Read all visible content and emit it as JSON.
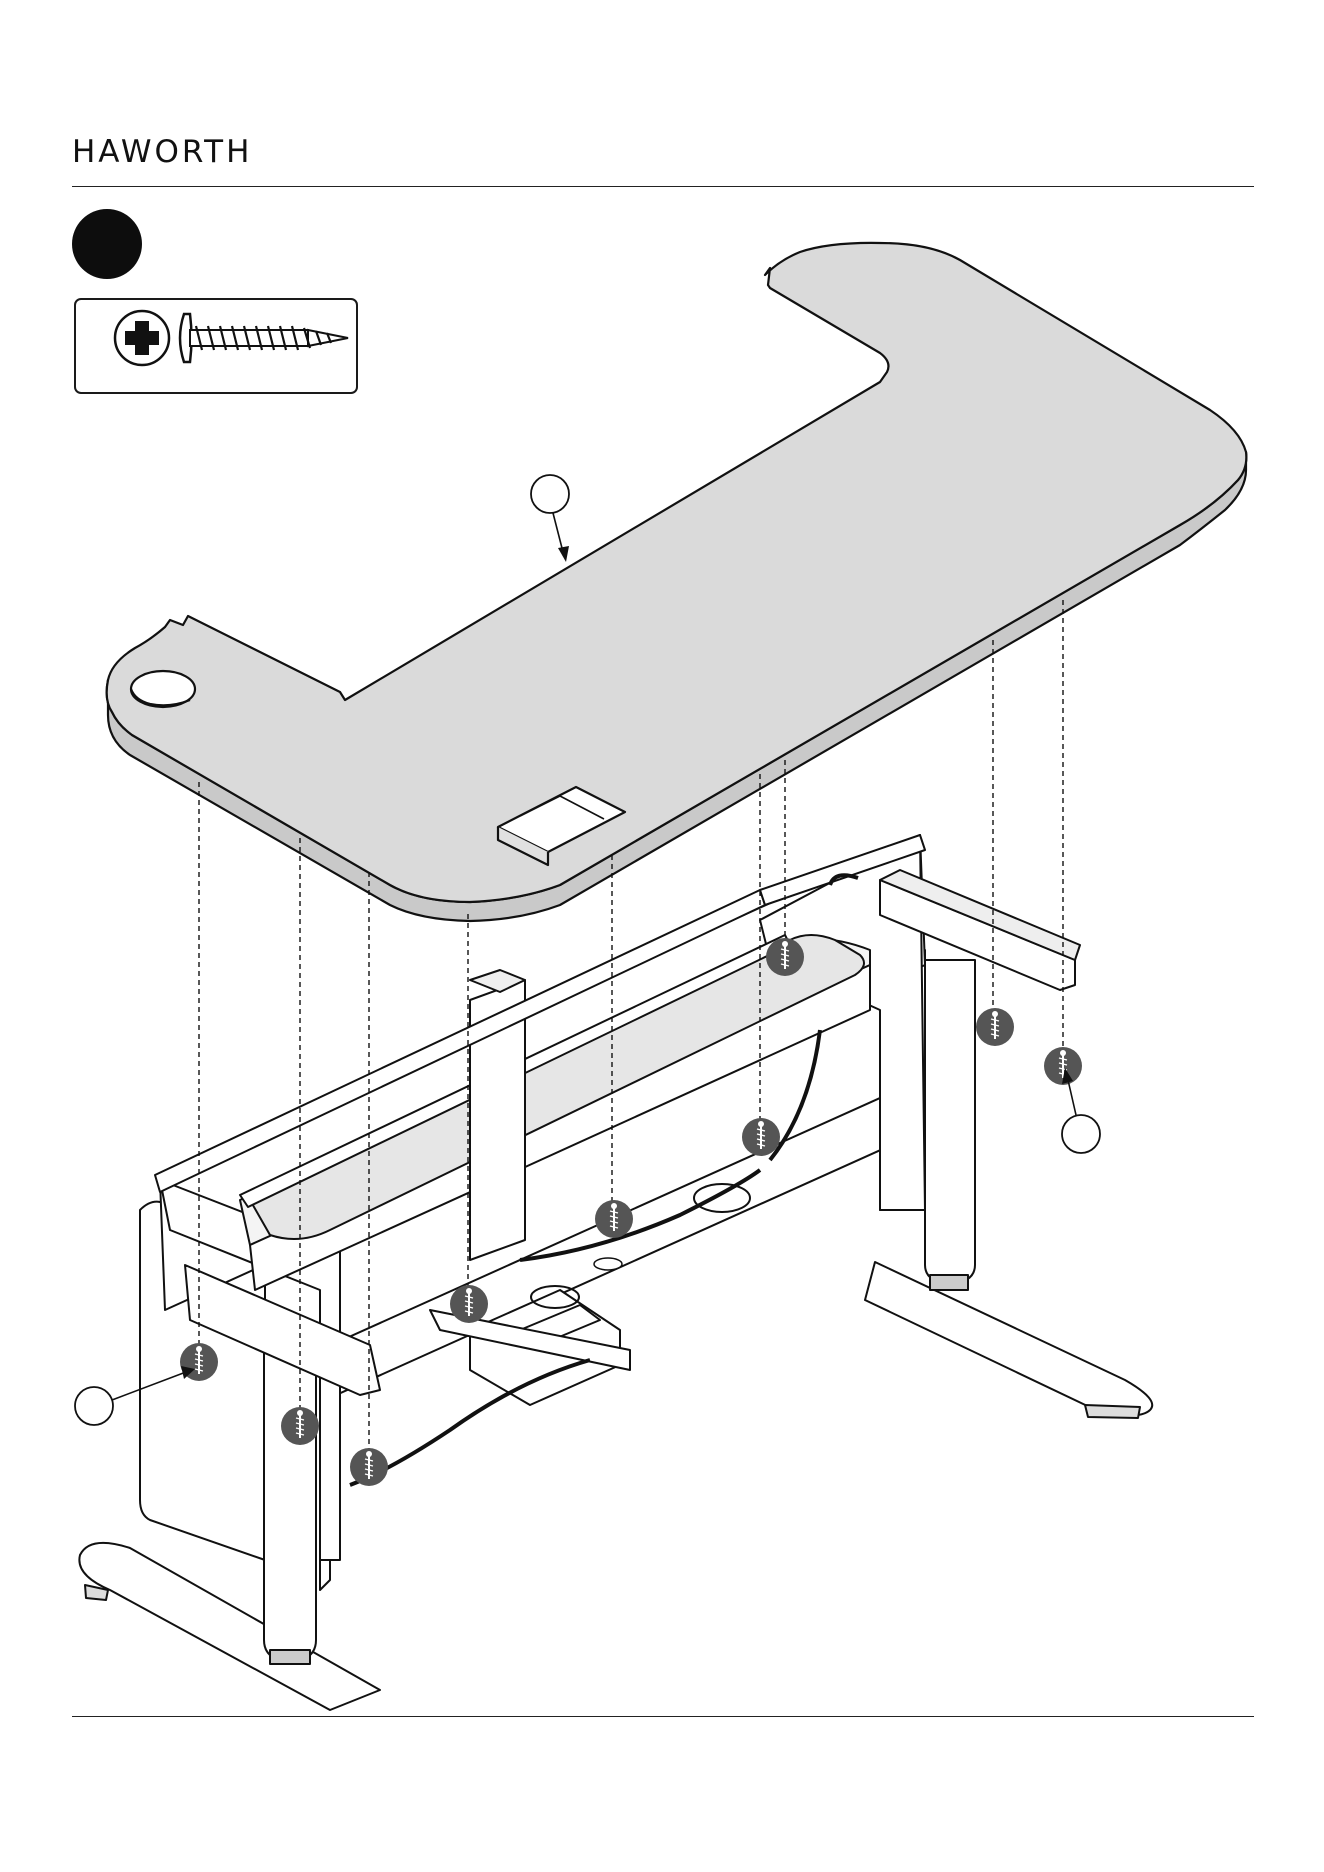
{
  "header": {
    "brand": "HAWORTH"
  },
  "step": {
    "marker": "filled-circle"
  },
  "hardware": {
    "icon": "phillips-wood-screw-icon"
  },
  "illustration": {
    "subject": "desktop-attachment-exploded-view",
    "callouts": 3,
    "screws_shown": 9
  },
  "colors": {
    "ink": "#111111",
    "surface_fill": "#dadada",
    "screw_disc": "#555555"
  }
}
